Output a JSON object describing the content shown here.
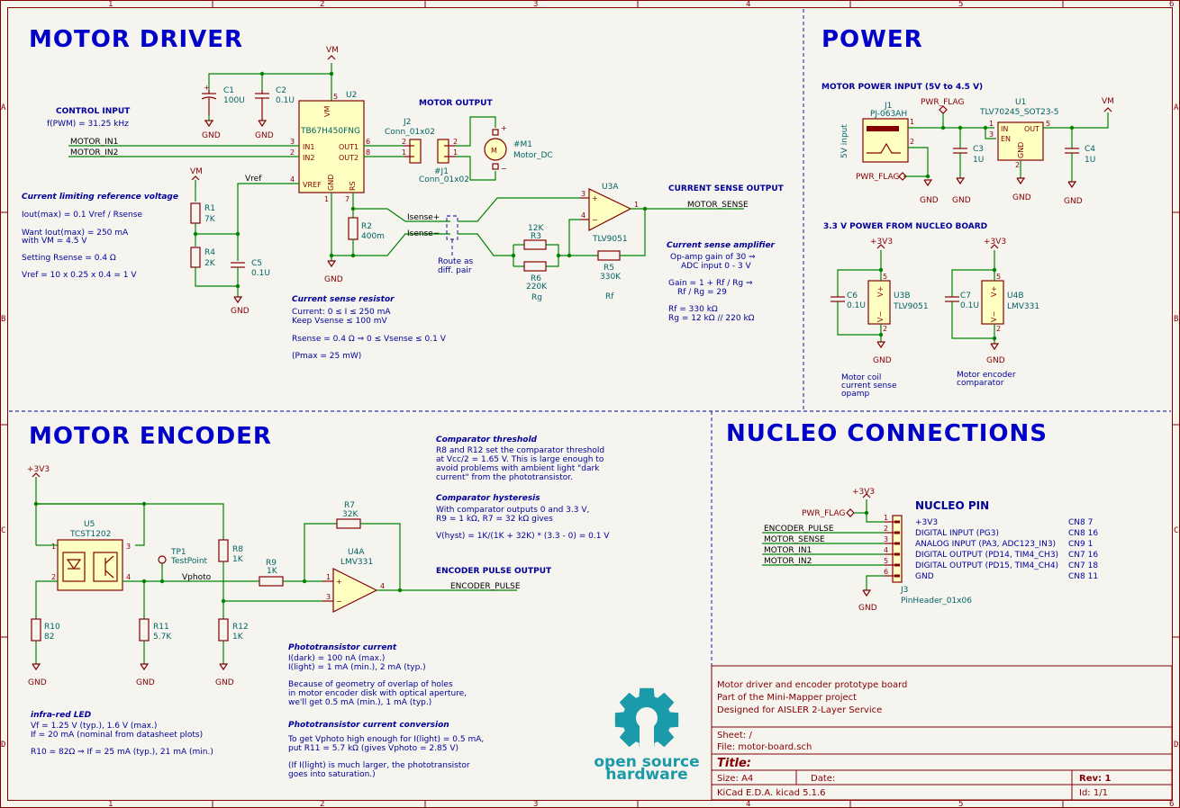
{
  "frame": {
    "cols": [
      "1",
      "2",
      "3",
      "4",
      "5",
      "6"
    ],
    "rows": [
      "A",
      "B",
      "C",
      "D"
    ]
  },
  "sections": {
    "motor_driver": "MOTOR DRIVER",
    "power": "POWER",
    "motor_encoder": "MOTOR ENCODER",
    "nucleo_connections": "NUCLEO CONNECTIONS"
  },
  "power_labels": {
    "vm": "VM",
    "gnd": "GND",
    "v33": "+3V3",
    "pwr_flag": "PWR_FLAG"
  },
  "motor_driver": {
    "control_input_title": "CONTROL INPUT",
    "control_input_freq": "f(PWM) = 31.25 kHz",
    "net_in1": "MOTOR_IN1",
    "net_in2": "MOTOR_IN2",
    "vref_net": "Vref",
    "c1": {
      "ref": "C1",
      "val": "100U"
    },
    "c2": {
      "ref": "C2",
      "val": "0.1U"
    },
    "u2": {
      "ref": "U2",
      "val": "TB67H450FNG",
      "pins": {
        "vm": "VM",
        "in1": "IN1",
        "in2": "IN2",
        "out1": "OUT1",
        "out2": "OUT2",
        "vref": "VREF",
        "gnd": "GND",
        "rs": "RS",
        "p1": "3",
        "p2": "2",
        "p3": "4",
        "p4": "6",
        "p5": "8",
        "p6": "5",
        "p7": "7",
        "p8": "1"
      }
    },
    "j2": {
      "ref": "J2",
      "val": "Conn_01x02"
    },
    "j1": {
      "ref": "#J1",
      "val": "Conn_01x02"
    },
    "m1": {
      "ref": "#M1",
      "val": "Motor_DC"
    },
    "motor_output_title": "MOTOR OUTPUT",
    "r1": {
      "ref": "R1",
      "val": "7K"
    },
    "r4": {
      "ref": "R4",
      "val": "2K"
    },
    "c5": {
      "ref": "C5",
      "val": "0.1U"
    },
    "r2": {
      "ref": "R2",
      "val": "400m"
    },
    "isense_p": "Isense+",
    "isense_n": "Isense−",
    "route_note": [
      "Route as",
      "diff. pair"
    ],
    "r3": {
      "ref": "R3",
      "val": "12K"
    },
    "r6": {
      "ref": "R6",
      "val": "220K"
    },
    "rg": "Rg",
    "r5": {
      "ref": "R5",
      "val": "330K"
    },
    "rf": "Rf",
    "u3a": {
      "ref": "U3A",
      "val": "TLV9051",
      "p3": "3",
      "p4": "4",
      "p1": "1"
    },
    "current_sense_output_title": "CURRENT SENSE OUTPUT",
    "motor_sense_net": "MOTOR_SENSE",
    "crl_title": "Current limiting reference voltage",
    "crl_lines": [
      "Iout(max) = 0.1 Vref / Rsense",
      "",
      "Want Iout(max) = 250 mA",
      "with VM = 4.5 V",
      "",
      "Setting Rsense = 0.4 Ω",
      "",
      "Vref = 10 x 0.25 x 0.4 = 1 V"
    ],
    "csr_title": "Current sense resistor",
    "csr_lines": [
      "Current: 0 ≤ I ≤ 250 mA",
      "Keep Vsense ≤ 100 mV",
      "",
      "Rsense = 0.4 Ω ⇒ 0 ≤ Vsense ≤ 0.1 V",
      "",
      "(Pmax = 25 mW)"
    ],
    "csa_title": "Current sense amplifier",
    "csa_lines": [
      "Op-amp gain of 30 ⇒",
      "ADC input 0 - 3 V",
      "",
      "Gain = 1 + Rf / Rg ⇒",
      "Rf / Rg = 29",
      "",
      "Rf = 330 kΩ",
      "Rg = 12 kΩ // 220 kΩ"
    ]
  },
  "power": {
    "title": "MOTOR POWER INPUT (5V to 4.5 V)",
    "j1": {
      "ref": "J1",
      "val": "PJ-063AH",
      "side": "5V input"
    },
    "u1": {
      "ref": "U1",
      "val": "TLV70245_SOT23-5",
      "in": "IN",
      "en": "EN",
      "out": "OUT",
      "gnd": "GND"
    },
    "c3": {
      "ref": "C3",
      "val": "1U"
    },
    "c4": {
      "ref": "C4",
      "val": "1U"
    },
    "nucleo_title": "3.3 V POWER FROM NUCLEO BOARD",
    "c6": {
      "ref": "C6",
      "val": "0.1U"
    },
    "u3b": {
      "ref": "U3B",
      "val": "TLV9051"
    },
    "c7": {
      "ref": "C7",
      "val": "0.1U"
    },
    "u4b": {
      "ref": "U4B",
      "val": "LMV331"
    },
    "note_u3b": [
      "Motor coil",
      "current sense",
      "opamp"
    ],
    "note_u4b": [
      "Motor encoder",
      "comparator"
    ]
  },
  "encoder": {
    "u5": {
      "ref": "U5",
      "val": "TCST1202"
    },
    "tp1": {
      "ref": "TP1",
      "val": "TestPoint"
    },
    "vphoto": "Vphoto",
    "r8": {
      "ref": "R8",
      "val": "1K"
    },
    "r9": {
      "ref": "R9",
      "val": "1K"
    },
    "r7": {
      "ref": "R7",
      "val": "32K"
    },
    "r10": {
      "ref": "R10",
      "val": "82"
    },
    "r11": {
      "ref": "R11",
      "val": "5.7K"
    },
    "r12": {
      "ref": "R12",
      "val": "1K"
    },
    "u4a": {
      "ref": "U4A",
      "val": "LMV331"
    },
    "output_title": "ENCODER PULSE OUTPUT",
    "pulse_net": "ENCODER_PULSE",
    "cmp_thr_title": "Comparator threshold",
    "cmp_thr_lines": [
      "R8 and R12 set the comparator threshold",
      "at Vcc/2 = 1.65 V. This is large enough to",
      "avoid problems with ambient light \"dark",
      "current\" from the phototransistor."
    ],
    "cmp_hys_title": "Comparator hysteresis",
    "cmp_hys_lines": [
      "With comparator outputs 0 and 3.3 V,",
      "R9 = 1 kΩ, R7 = 32 kΩ gives",
      "",
      "V(hyst) = 1K/(1K + 32K) * (3.3 - 0) = 0.1 V"
    ],
    "ir_title": "infra-red LED",
    "ir_lines": [
      "Vf = 1.25 V (typ.), 1.6 V (max.)",
      "If = 20 mA (nominal from datasheet plots)",
      "",
      "R10 = 82Ω ⇒ If = 25 mA (typ.), 21 mA (min.)"
    ],
    "pt_title": "Phototransistor current",
    "pt_lines": [
      "I(dark) = 100 nA (max.)",
      "I(light) = 1 mA (min.), 2 mA (typ.)",
      "",
      "Because of geometry of overlap of holes",
      "in motor encoder disk with optical aperture,",
      "we'll get 0.5 mA (min.), 1 mA (typ.)"
    ],
    "ptc_title": "Phototransistor current conversion",
    "ptc_lines": [
      "To get Vphoto high enough for I(light) = 0.5 mA,",
      "put R11 = 5.7 kΩ (gives Vphoto = 2.85 V)",
      "",
      "(If I(light) is much larger, the phototransistor",
      "goes into saturation.)"
    ]
  },
  "nucleo": {
    "pin_title": "NUCLEO PIN",
    "nets": [
      "ENCODER_PULSE",
      "MOTOR_SENSE",
      "MOTOR_IN1",
      "MOTOR_IN2"
    ],
    "pins": [
      {
        "n": "1",
        "name": "+3V3",
        "cn": "CN8  7"
      },
      {
        "n": "2",
        "name": "DIGITAL INPUT (PG3)",
        "cn": "CN8 16"
      },
      {
        "n": "3",
        "name": "ANALOG INPUT (PA3, ADC123_IN3)",
        "cn": "CN9  1"
      },
      {
        "n": "4",
        "name": "DIGITAL OUTPUT (PD14, TIM4_CH3)",
        "cn": "CN7 16"
      },
      {
        "n": "5",
        "name": "DIGITAL OUTPUT (PD15, TIM4_CH4)",
        "cn": "CN7 18"
      },
      {
        "n": "6",
        "name": "GND",
        "cn": "CN8 11"
      }
    ],
    "j3": {
      "ref": "J3",
      "val": "PinHeader_01x06"
    }
  },
  "title_block": {
    "comments": [
      "Motor driver and encoder prototype board",
      "Part of the Mini-Mapper project",
      "Designed for AISLER 2-Layer Service"
    ],
    "logo_text": [
      "open source",
      "hardware"
    ],
    "sheet": "Sheet: /",
    "file": "File: motor-board.sch",
    "title_label": "Title:",
    "size": "Size: A4",
    "date": "Date:",
    "rev": "Rev: 1",
    "kicad": "KiCad E.D.A.  kicad 5.1.6",
    "id": "Id: 1/1"
  },
  "colors": {
    "frame": "#840000",
    "wire": "#008400",
    "note": "#00009a",
    "heading": "#0000c8",
    "ref": "#006464",
    "body_fill": "#ffffc2",
    "logo": "#1b9aaa"
  }
}
